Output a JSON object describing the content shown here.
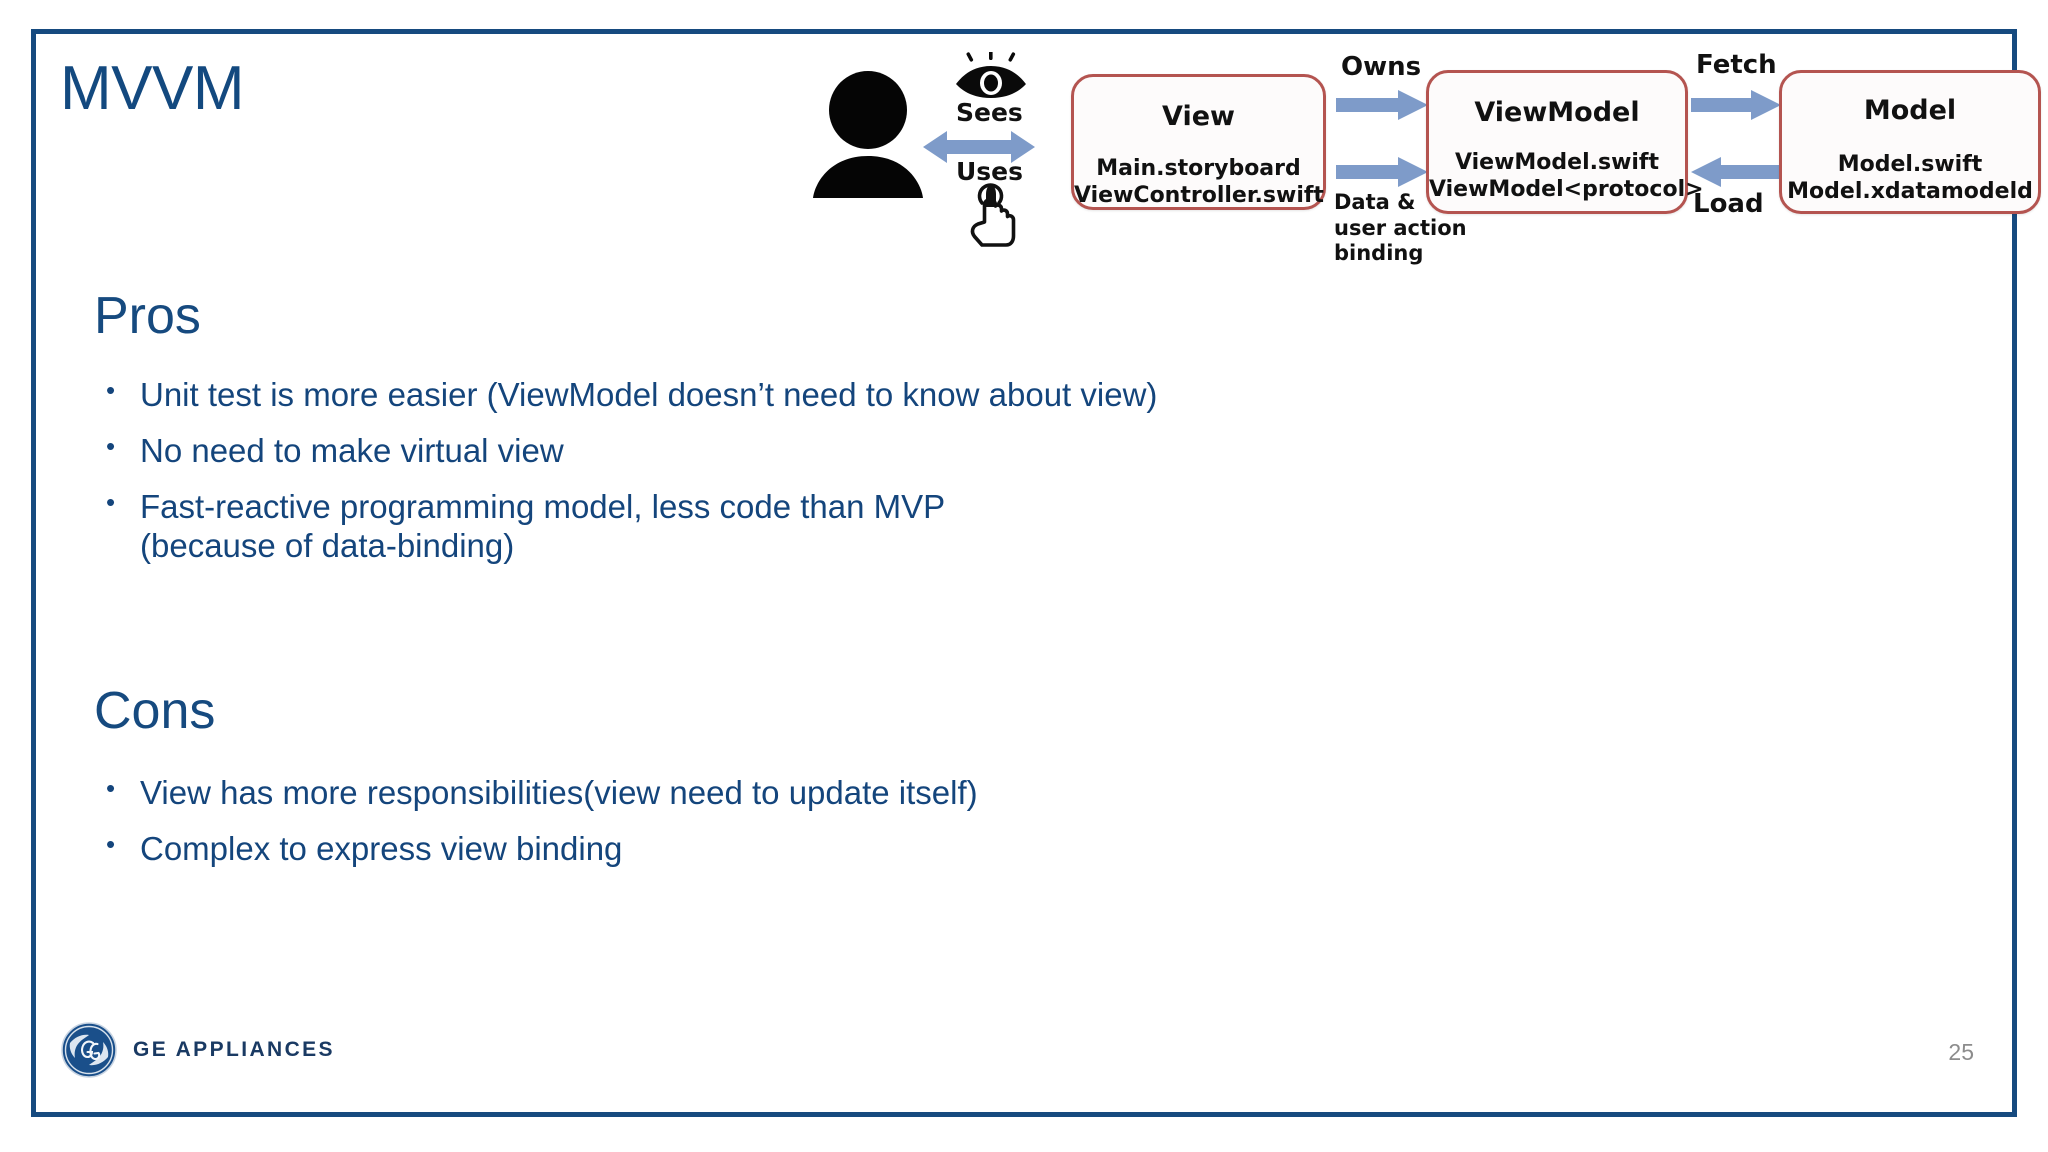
{
  "slide": {
    "title": "MVVM",
    "page_number": "25",
    "border_color": "#164a7f",
    "title_color": "#13497f",
    "body_text_color": "#14457c"
  },
  "sections": [
    {
      "heading": "Pros",
      "bullets": [
        "Unit test is more easier (ViewModel doesn’t need to know about view)",
        "No need to make virtual view",
        "Fast-reactive programming model, less code than MVP\n(because of data-binding)"
      ]
    },
    {
      "heading": "Cons",
      "bullets": [
        "View has more responsibilities(view need to update itself)",
        "Complex to express view binding"
      ]
    }
  ],
  "diagram": {
    "actor_icon": "person-icon",
    "sees_label": "Sees",
    "uses_label": "Uses",
    "eye_icon": "eye-icon",
    "hand_icon": "hand-tap-icon",
    "box_border_color": "#b45450",
    "arrow_color": "#7e9bc9",
    "boxes": [
      {
        "title": "View",
        "subtitle": "Main.storyboard\nViewController.swift"
      },
      {
        "title": "ViewModel",
        "subtitle": "ViewModel.swift\nViewModel<protocol>"
      },
      {
        "title": "Model",
        "subtitle": "Model.swift\nModel.xdatamodeld"
      }
    ],
    "connectors": [
      {
        "label": "Owns",
        "direction": "right"
      },
      {
        "label": "Data &\nuser action\nbinding",
        "direction": "right"
      },
      {
        "label": "Fetch",
        "direction": "right"
      },
      {
        "label": "Load",
        "direction": "left"
      }
    ]
  },
  "footer": {
    "brand": "GE APPLIANCES",
    "logo_icon": "ge-monogram-icon"
  }
}
